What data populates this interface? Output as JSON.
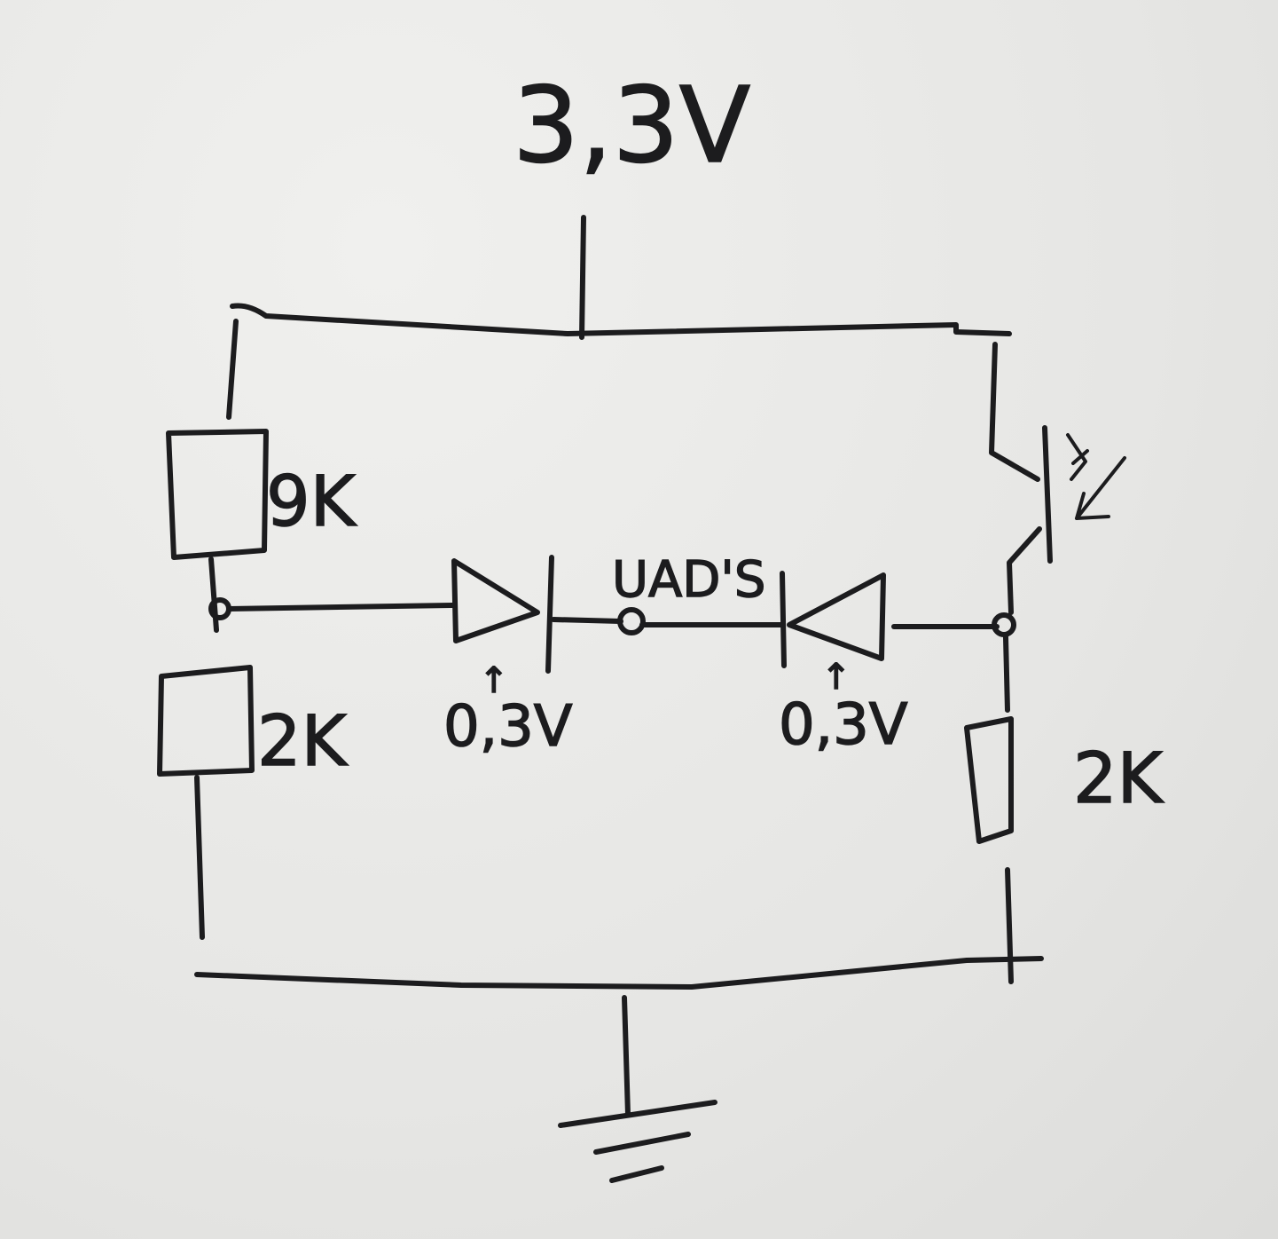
{
  "supply": {
    "label": "3,3V"
  },
  "resistors": {
    "r_top_left": {
      "label": "9K"
    },
    "r_bottom_left": {
      "label": "2K"
    },
    "r_right": {
      "label": "2K"
    }
  },
  "diodes": {
    "d_left": {
      "label": "0,3V",
      "mark": "↑"
    },
    "d_right": {
      "label": "0,3V",
      "mark": "↑"
    }
  },
  "node": {
    "label": "UAD'S"
  }
}
